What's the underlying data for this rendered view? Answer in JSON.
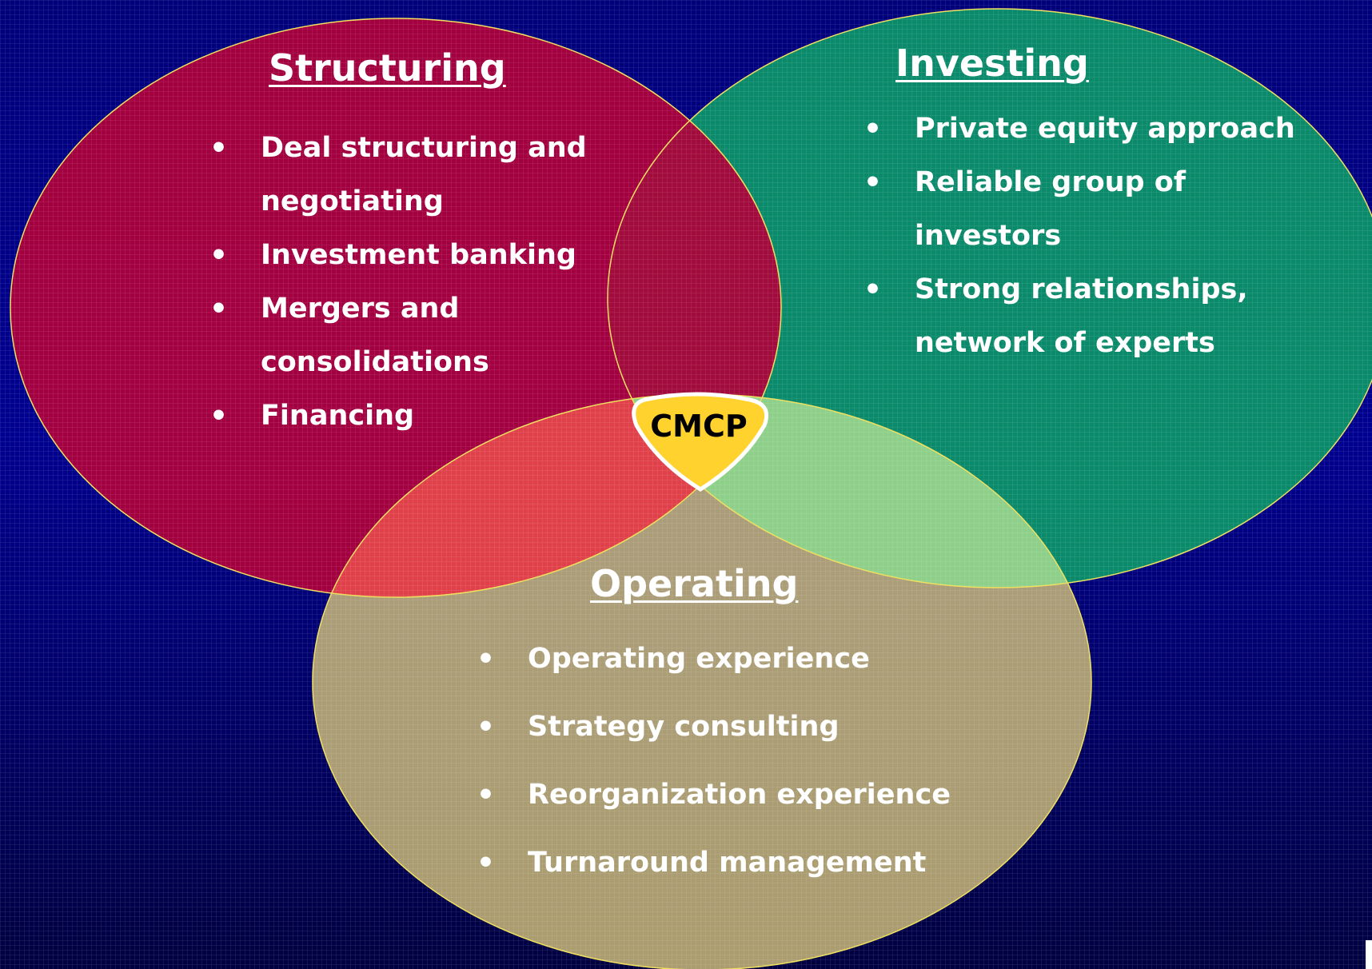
{
  "colors": {
    "background_top": "#00007a",
    "background_bottom": "#000040",
    "structuring": "#b0003a",
    "investing": "#0a8a6a",
    "operating": "#c9b878",
    "overlap_structuring_operating": "#e0404a",
    "overlap_investing_operating": "#8ed08a",
    "badge": "#ffd22e",
    "outline": "#f0e060"
  },
  "center_badge": {
    "label": "CMCP",
    "shape": "shield"
  },
  "sections": {
    "structuring": {
      "title": "Structuring",
      "items": [
        "Deal structuring and negotiating",
        "Investment banking",
        "Mergers and consolidations",
        "Financing"
      ]
    },
    "investing": {
      "title": "Investing",
      "items": [
        "Private equity approach",
        "Reliable group of investors",
        "Strong relationships, network of experts"
      ]
    },
    "operating": {
      "title": "Operating",
      "items": [
        "Operating experience",
        "Strategy consulting",
        "Reorganization experience",
        "Turnaround management"
      ]
    }
  }
}
